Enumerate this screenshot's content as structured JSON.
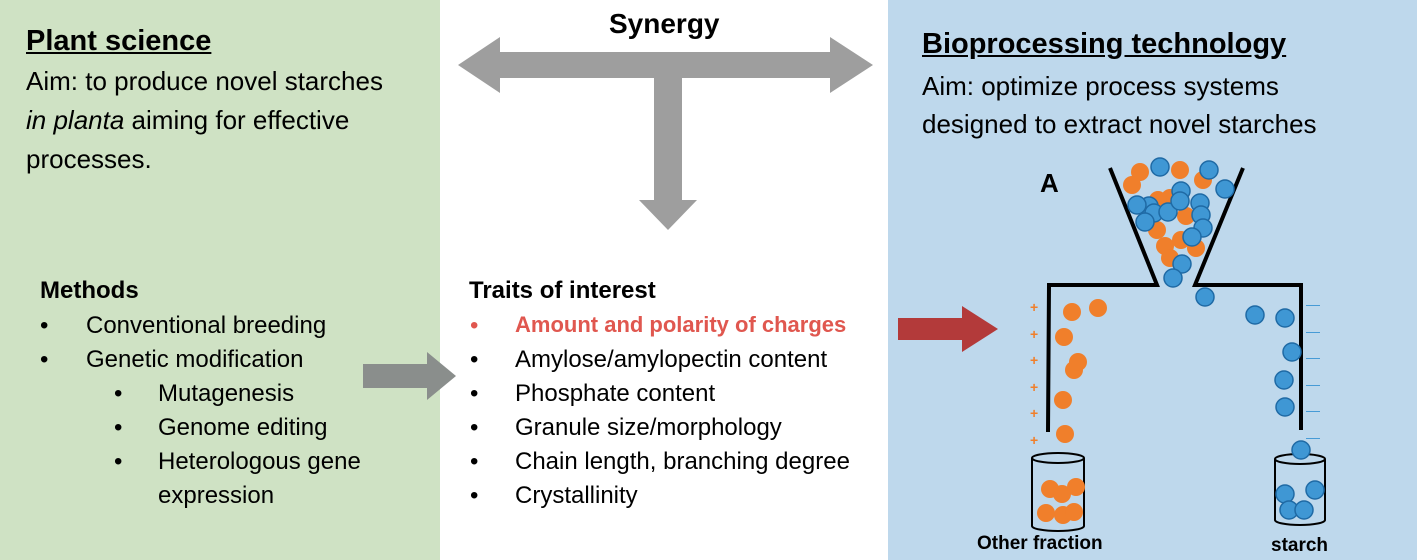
{
  "left": {
    "title": "Plant science",
    "aim_lines": [
      "Aim: to produce novel starches",
      "in planta",
      "aiming for effective",
      "processes."
    ],
    "methods_title": "Methods",
    "methods": [
      "Conventional breeding",
      "Genetic modification"
    ],
    "sub_methods": [
      "Mutagenesis",
      "Genome editing",
      "Heterologous gene",
      "expression"
    ]
  },
  "center": {
    "title": "Synergy",
    "traits_title": "Traits of interest",
    "highlight_trait": "Amount and polarity of charges",
    "traits": [
      "Amylose/amylopectin content",
      "Phosphate content",
      "Granule size/morphology",
      "Chain length, branching degree",
      "Crystallinity"
    ]
  },
  "right": {
    "title": "Bioprocessing technology",
    "aim_lines": [
      "Aim: optimize process systems",
      "designed to extract novel starches"
    ],
    "panel_label": "A",
    "plus": "+",
    "minus": "—",
    "other_label": "Other fraction",
    "starch_label": "starch"
  },
  "colors": {
    "green": "#cfe2c4",
    "blue": "#bed8ec",
    "orange": "#f07f2b",
    "dotblue": "#3f97d4",
    "red_text": "#e0574f",
    "red_arrow": "#b33a3a",
    "gray_arrow": "#9e9e9e"
  }
}
